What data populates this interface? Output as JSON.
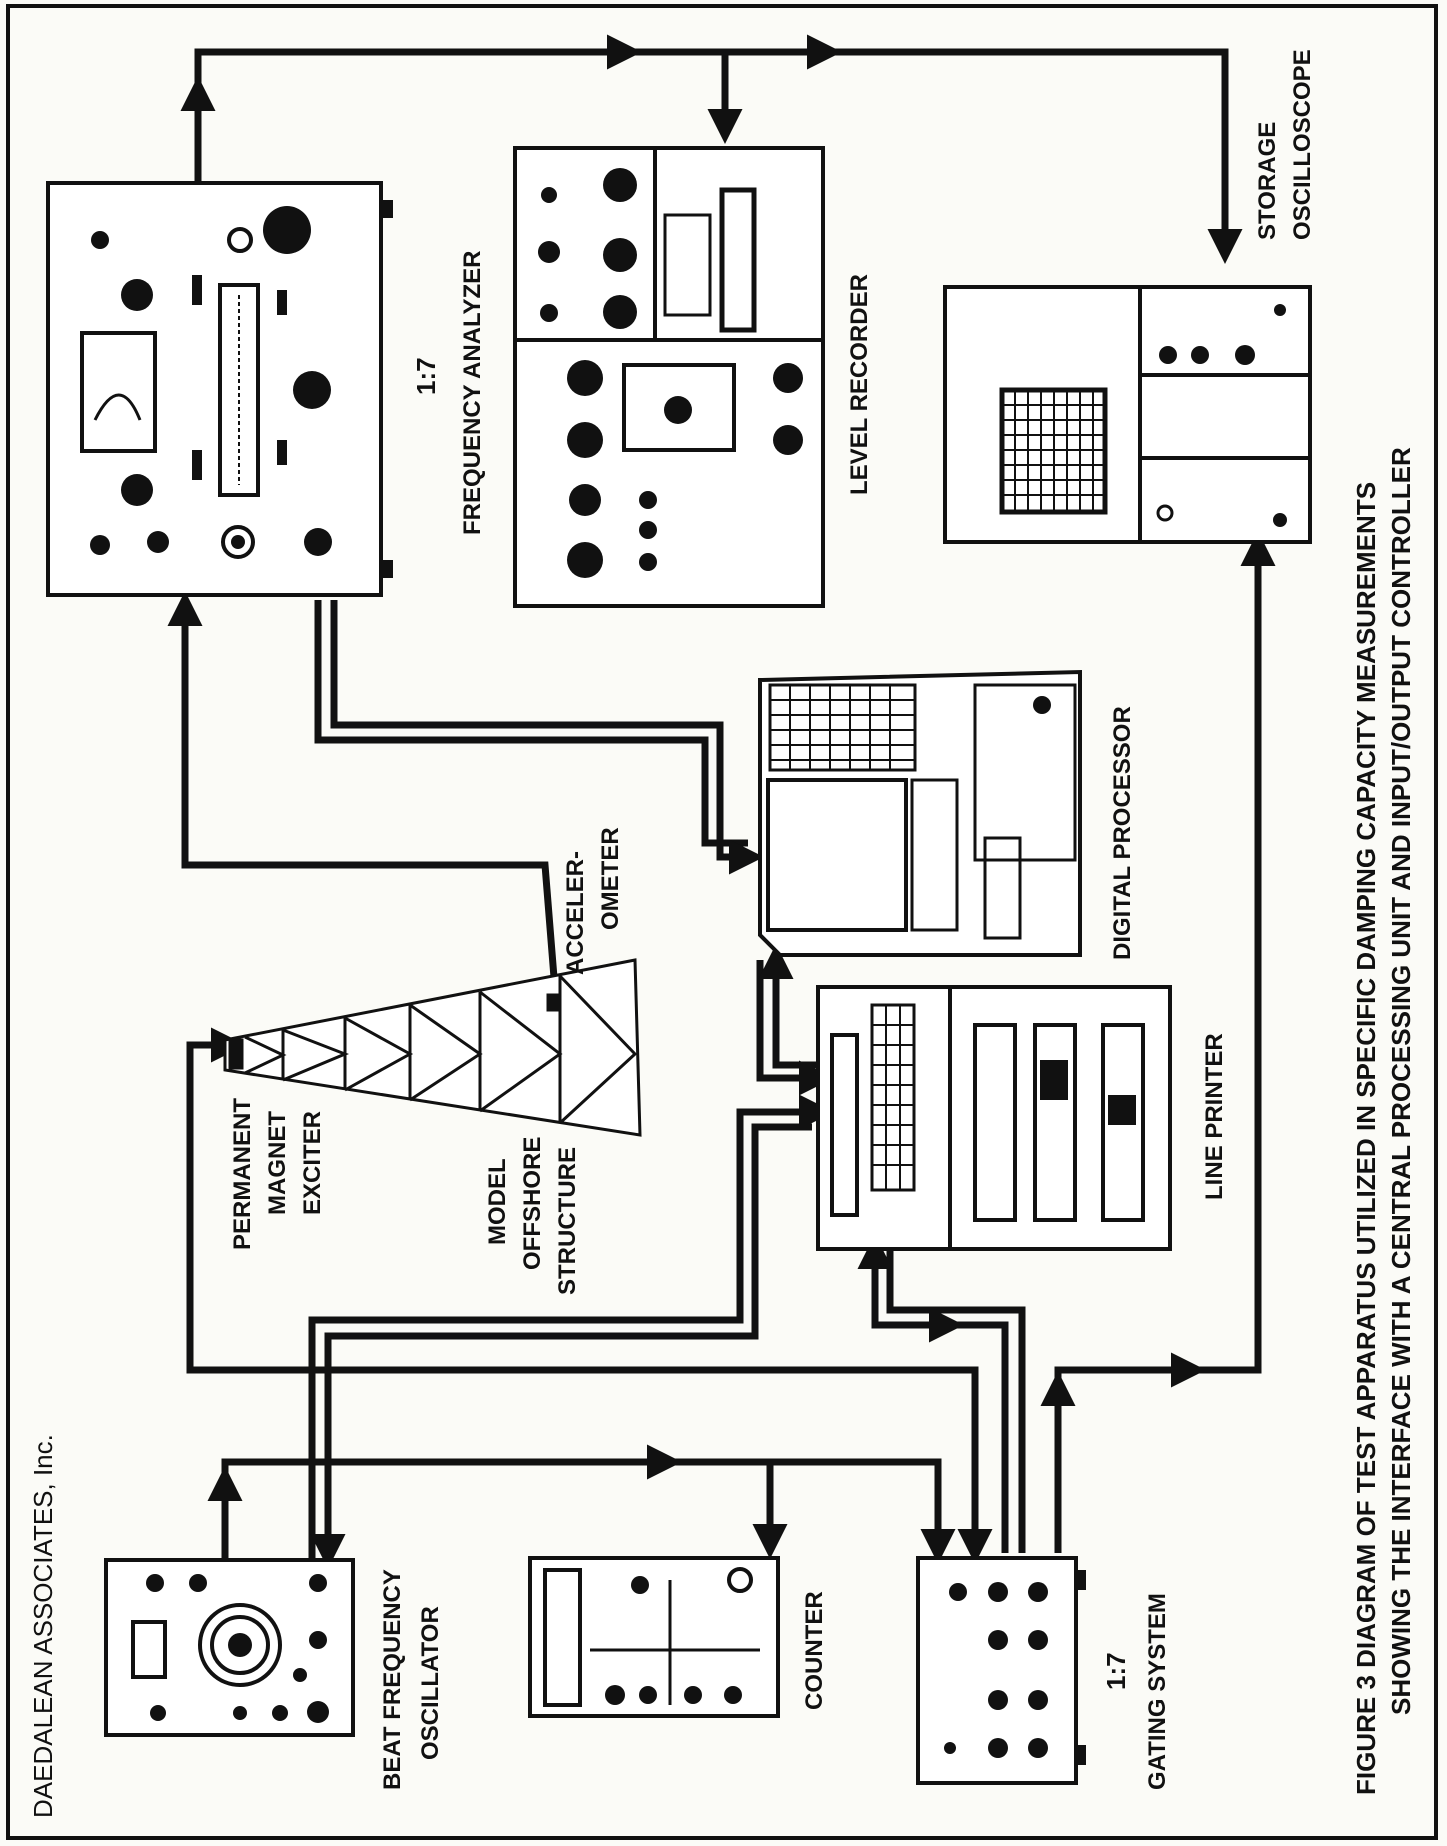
{
  "header": {
    "company": "DAEDALEAN ASSOCIATES, Inc."
  },
  "figure": {
    "caption_line1": "FIGURE 3  DIAGRAM OF TEST APPARATUS UTILIZED IN  SPECIFIC DAMPING CAPACITY MEASUREMENTS",
    "caption_line2": "SHOWING THE INTERFACE WITH A CENTRAL  PROCESSING UNIT AND INPUT/OUTPUT CONTROLLER"
  },
  "labels": {
    "frequency_analyzer": "FREQUENCY ANALYZER",
    "frequency_analyzer_count": "1:7",
    "level_recorder": "LEVEL RECORDER",
    "storage_osc_1": "STORAGE",
    "storage_osc_2": "OSCILLOSCOPE",
    "digital_processor": "DIGITAL PROCESSOR",
    "line_printer": "LINE PRINTER",
    "accelerometer_1": "ACCELER-",
    "accelerometer_2": "OMETER",
    "exciter_1": "PERMANENT",
    "exciter_2": "MAGNET",
    "exciter_3": "EXCITER",
    "model_1": "MODEL",
    "model_2": "OFFSHORE",
    "model_3": "STRUCTURE",
    "bfo_1": "BEAT FREQUENCY",
    "bfo_2": "OSCILLATOR",
    "counter": "COUNTER",
    "gating_system": "GATING SYSTEM",
    "gating_count": "1:7"
  },
  "colors": {
    "ink": "#111111",
    "paper": "#fbfbf7"
  }
}
